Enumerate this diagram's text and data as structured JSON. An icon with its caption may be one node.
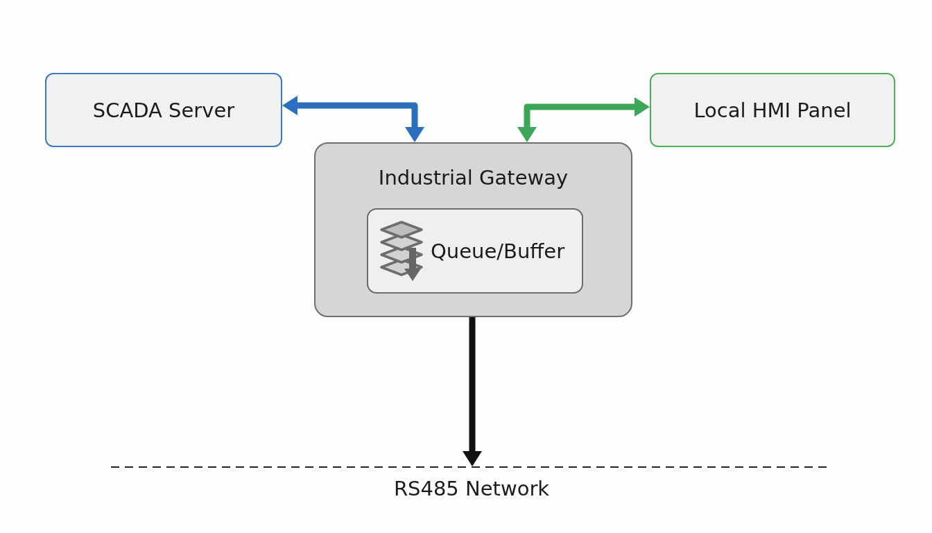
{
  "diagram": {
    "nodes": [
      {
        "text": [
          "SCADA Server"
        ]
      },
      {
        "text": [
          "Local HMI Panel"
        ]
      },
      {
        "text": [
          "Industrial Gateway"
        ]
      },
      {
        "text": [
          "Queue/Buffer"
        ],
        "in": 2
      },
      {
        "text": [
          "RS485 Network"
        ]
      }
    ],
    "edges": [
      {
        "from": 0,
        "to": 2,
        "arrow": "both",
        "color": "#2b6fbd"
      },
      {
        "from": 2,
        "to": 1,
        "arrow": "both",
        "color": "#3ea659"
      },
      {
        "from": 2,
        "to": 4,
        "arrow": "to",
        "color": "#111111"
      }
    ]
  }
}
